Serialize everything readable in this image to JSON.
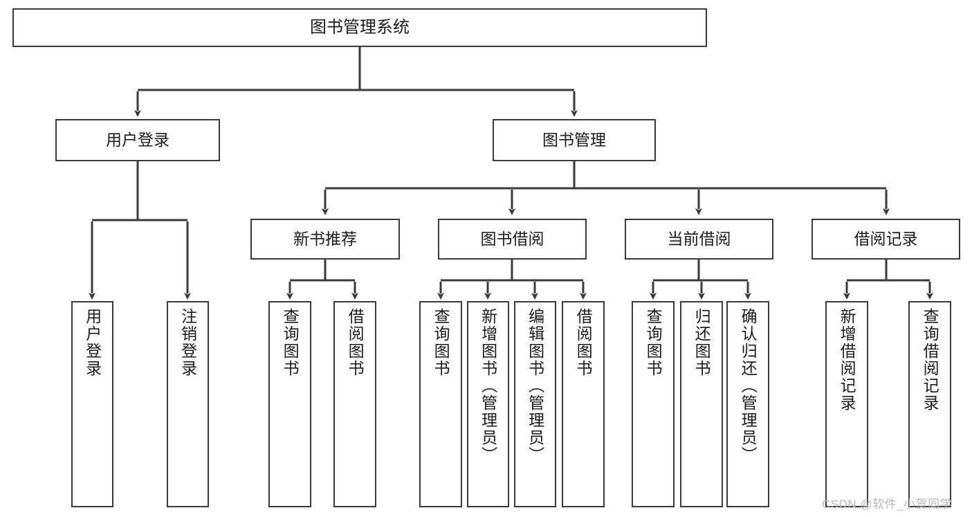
{
  "diagram": {
    "type": "tree-hierarchy",
    "title": "图书管理系统",
    "root": {
      "id": "root",
      "label": "图书管理系统"
    },
    "level2": [
      {
        "id": "user-login",
        "label": "用户登录"
      },
      {
        "id": "book-management",
        "label": "图书管理"
      }
    ],
    "level3": [
      {
        "id": "new-book-recommend",
        "label": "新书推荐",
        "parent": "book-management"
      },
      {
        "id": "book-borrow",
        "label": "图书借阅",
        "parent": "book-management"
      },
      {
        "id": "current-borrow",
        "label": "当前借阅",
        "parent": "book-management"
      },
      {
        "id": "borrow-record",
        "label": "借阅记录",
        "parent": "book-management"
      }
    ],
    "leaves": [
      {
        "id": "leaf-user-login",
        "label": "用户登录",
        "parent": "user-login"
      },
      {
        "id": "leaf-user-logout",
        "label": "注销登录",
        "parent": "user-login"
      },
      {
        "id": "leaf-query-book-1",
        "label": "查询图书",
        "parent": "new-book-recommend"
      },
      {
        "id": "leaf-borrow-book-1",
        "label": "借阅图书",
        "parent": "new-book-recommend"
      },
      {
        "id": "leaf-query-book-2",
        "label": "查询图书",
        "parent": "book-borrow"
      },
      {
        "id": "leaf-add-book",
        "label": "新增图书（管理员）",
        "parent": "book-borrow"
      },
      {
        "id": "leaf-edit-book",
        "label": "编辑图书（管理员）",
        "parent": "book-borrow"
      },
      {
        "id": "leaf-borrow-book-2",
        "label": "借阅图书",
        "parent": "book-borrow"
      },
      {
        "id": "leaf-query-book-3",
        "label": "查询图书",
        "parent": "current-borrow"
      },
      {
        "id": "leaf-return-book",
        "label": "归还图书",
        "parent": "current-borrow"
      },
      {
        "id": "leaf-confirm-return",
        "label": "确认归还（管理员）",
        "parent": "current-borrow"
      },
      {
        "id": "leaf-add-record",
        "label": "新增借阅记录",
        "parent": "borrow-record"
      },
      {
        "id": "leaf-query-record",
        "label": "查询借阅记录",
        "parent": "borrow-record"
      }
    ],
    "watermark": "CSDN @软件_小贺同学",
    "colors": {
      "stroke": "#3a3a3a",
      "background": "#ffffff",
      "text": "#1b1b1b",
      "watermark": "#b9b9b9"
    }
  }
}
